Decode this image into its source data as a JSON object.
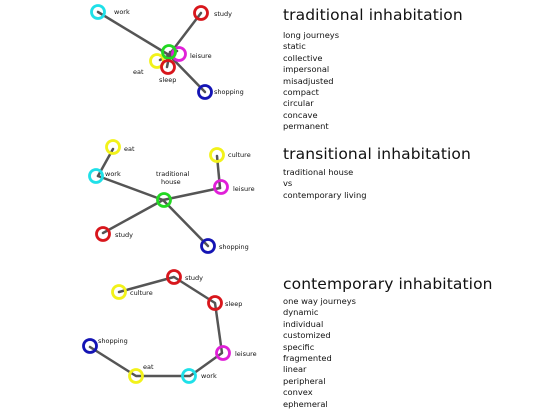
{
  "colors": {
    "work": "#1fe0e8",
    "study": "#d8161c",
    "leisure": "#e020d8",
    "eat": "#f2f21a",
    "sleep": "#d8161c",
    "shopping": "#1414b4",
    "culture": "#f2f21a",
    "hub": "#22d822",
    "line": "#555555"
  },
  "sections": [
    {
      "title": "traditional inhabitation",
      "items": [
        "long journeys",
        "static",
        "collective",
        "impersonal",
        "misadjusted",
        "compact",
        "circular",
        "concave",
        "permanent"
      ]
    },
    {
      "title": "transitional inhabitation",
      "items": [
        "traditional house",
        "vs",
        "contemporary living"
      ]
    },
    {
      "title": "contemporary inhabitation",
      "items": [
        "one way journeys",
        "dynamic",
        "individual",
        "customized",
        "specific",
        "fragmented",
        "linear",
        "peripheral",
        "convex",
        "ephemeral"
      ]
    }
  ],
  "diagrams": {
    "traditional": {
      "labels": {
        "work": "work",
        "study": "study",
        "leisure": "leisure",
        "eat": "eat",
        "sleep": "sleep",
        "shopping": "shopping"
      }
    },
    "transitional": {
      "labels": {
        "hub": "traditional house",
        "eat": "eat",
        "work": "work",
        "study": "study",
        "culture": "culture",
        "leisure": "leisure",
        "shopping": "shopping"
      }
    },
    "contemporary": {
      "labels": {
        "culture": "culture",
        "study": "study",
        "sleep": "sleep",
        "leisure": "leisure",
        "work": "work",
        "eat": "eat",
        "shopping": "shopping"
      }
    }
  }
}
